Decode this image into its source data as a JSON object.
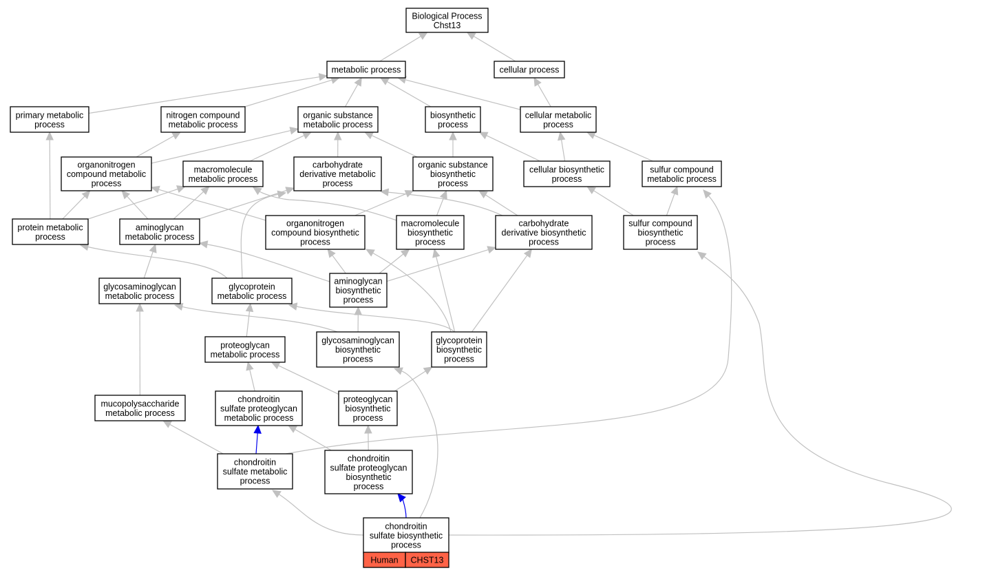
{
  "colors": {
    "edge_default": "#c0c0c0",
    "edge_highlight": "#0000ee",
    "annotation_fill": "#ff6347",
    "node_border": "#000000"
  },
  "nodes": {
    "root": [
      "Biological Process",
      "Chst13"
    ],
    "metabolic": [
      "metabolic process"
    ],
    "cellular": [
      "cellular process"
    ],
    "primary_metabolic": [
      "primary metabolic",
      "process"
    ],
    "nitrogen_compound": [
      "nitrogen compound",
      "metabolic process"
    ],
    "organic_substance_metabolic": [
      "organic substance",
      "metabolic process"
    ],
    "biosynthetic": [
      "biosynthetic",
      "process"
    ],
    "cellular_metabolic": [
      "cellular metabolic",
      "process"
    ],
    "organonitrogen_metabolic": [
      "organonitrogen",
      "compound metabolic",
      "process"
    ],
    "macromolecule_metabolic": [
      "macromolecule",
      "metabolic process"
    ],
    "carbohydrate_derivative_metabolic": [
      "carbohydrate",
      "derivative metabolic",
      "process"
    ],
    "organic_substance_biosynthetic": [
      "organic substance",
      "biosynthetic",
      "process"
    ],
    "cellular_biosynthetic": [
      "cellular biosynthetic",
      "process"
    ],
    "sulfur_compound_metabolic": [
      "sulfur compound",
      "metabolic process"
    ],
    "protein_metabolic": [
      "protein metabolic",
      "process"
    ],
    "aminoglycan_metabolic": [
      "aminoglycan",
      "metabolic process"
    ],
    "organonitrogen_biosynthetic": [
      "organonitrogen",
      "compound biosynthetic",
      "process"
    ],
    "macromolecule_biosynthetic": [
      "macromolecule",
      "biosynthetic",
      "process"
    ],
    "carbohydrate_derivative_biosynthetic": [
      "carbohydrate",
      "derivative biosynthetic",
      "process"
    ],
    "sulfur_compound_biosynthetic": [
      "sulfur compound",
      "biosynthetic",
      "process"
    ],
    "glycosaminoglycan_metabolic": [
      "glycosaminoglycan",
      "metabolic process"
    ],
    "glycoprotein_metabolic": [
      "glycoprotein",
      "metabolic process"
    ],
    "aminoglycan_biosynthetic": [
      "aminoglycan",
      "biosynthetic",
      "process"
    ],
    "proteoglycan_metabolic": [
      "proteoglycan",
      "metabolic process"
    ],
    "glycosaminoglycan_biosynthetic": [
      "glycosaminoglycan",
      "biosynthetic",
      "process"
    ],
    "glycoprotein_biosynthetic": [
      "glycoprotein",
      "biosynthetic",
      "process"
    ],
    "mucopolysaccharide_metabolic": [
      "mucopolysaccharide",
      "metabolic process"
    ],
    "chondroitin_sulfate_proteoglycan_metabolic": [
      "chondroitin",
      "sulfate proteoglycan",
      "metabolic process"
    ],
    "proteoglycan_biosynthetic": [
      "proteoglycan",
      "biosynthetic",
      "process"
    ],
    "chondroitin_sulfate_metabolic": [
      "chondroitin",
      "sulfate metabolic",
      "process"
    ],
    "chondroitin_sulfate_proteoglycan_biosynthetic": [
      "chondroitin",
      "sulfate proteoglycan",
      "biosynthetic",
      "process"
    ],
    "chondroitin_sulfate_biosynthetic": [
      "chondroitin",
      "sulfate biosynthetic",
      "process"
    ]
  },
  "annotation": {
    "species": "Human",
    "gene": "CHST13"
  },
  "edges": [
    {
      "from": "metabolic",
      "to": "root"
    },
    {
      "from": "cellular",
      "to": "root"
    },
    {
      "from": "primary_metabolic",
      "to": "metabolic"
    },
    {
      "from": "nitrogen_compound",
      "to": "metabolic"
    },
    {
      "from": "organic_substance_metabolic",
      "to": "metabolic"
    },
    {
      "from": "biosynthetic",
      "to": "metabolic"
    },
    {
      "from": "cellular_metabolic",
      "to": "metabolic"
    },
    {
      "from": "cellular_metabolic",
      "to": "cellular"
    },
    {
      "from": "organonitrogen_metabolic",
      "to": "nitrogen_compound"
    },
    {
      "from": "organonitrogen_metabolic",
      "to": "organic_substance_metabolic"
    },
    {
      "from": "macromolecule_metabolic",
      "to": "organic_substance_metabolic"
    },
    {
      "from": "carbohydrate_derivative_metabolic",
      "to": "organic_substance_metabolic"
    },
    {
      "from": "organic_substance_biosynthetic",
      "to": "organic_substance_metabolic"
    },
    {
      "from": "organic_substance_biosynthetic",
      "to": "biosynthetic"
    },
    {
      "from": "cellular_biosynthetic",
      "to": "biosynthetic"
    },
    {
      "from": "cellular_biosynthetic",
      "to": "cellular_metabolic"
    },
    {
      "from": "sulfur_compound_metabolic",
      "to": "cellular_metabolic"
    },
    {
      "from": "protein_metabolic",
      "to": "primary_metabolic"
    },
    {
      "from": "protein_metabolic",
      "to": "organonitrogen_metabolic"
    },
    {
      "from": "protein_metabolic",
      "to": "macromolecule_metabolic"
    },
    {
      "from": "aminoglycan_metabolic",
      "to": "organonitrogen_metabolic"
    },
    {
      "from": "aminoglycan_metabolic",
      "to": "macromolecule_metabolic"
    },
    {
      "from": "aminoglycan_metabolic",
      "to": "carbohydrate_derivative_metabolic"
    },
    {
      "from": "organonitrogen_biosynthetic",
      "to": "organonitrogen_metabolic"
    },
    {
      "from": "organonitrogen_biosynthetic",
      "to": "organic_substance_biosynthetic"
    },
    {
      "from": "macromolecule_biosynthetic",
      "to": "macromolecule_metabolic"
    },
    {
      "from": "macromolecule_biosynthetic",
      "to": "organic_substance_biosynthetic"
    },
    {
      "from": "carbohydrate_derivative_biosynthetic",
      "to": "carbohydrate_derivative_metabolic"
    },
    {
      "from": "carbohydrate_derivative_biosynthetic",
      "to": "organic_substance_biosynthetic"
    },
    {
      "from": "sulfur_compound_biosynthetic",
      "to": "cellular_biosynthetic"
    },
    {
      "from": "sulfur_compound_biosynthetic",
      "to": "sulfur_compound_metabolic"
    },
    {
      "from": "glycosaminoglycan_metabolic",
      "to": "aminoglycan_metabolic"
    },
    {
      "from": "glycoprotein_metabolic",
      "to": "protein_metabolic"
    },
    {
      "from": "glycoprotein_metabolic",
      "to": "carbohydrate_derivative_metabolic"
    },
    {
      "from": "aminoglycan_biosynthetic",
      "to": "aminoglycan_metabolic"
    },
    {
      "from": "aminoglycan_biosynthetic",
      "to": "organonitrogen_biosynthetic"
    },
    {
      "from": "aminoglycan_biosynthetic",
      "to": "macromolecule_biosynthetic"
    },
    {
      "from": "aminoglycan_biosynthetic",
      "to": "carbohydrate_derivative_biosynthetic"
    },
    {
      "from": "glycosaminoglycan_biosynthetic",
      "to": "glycosaminoglycan_metabolic"
    },
    {
      "from": "glycosaminoglycan_biosynthetic",
      "to": "aminoglycan_biosynthetic"
    },
    {
      "from": "glycoprotein_biosynthetic",
      "to": "glycoprotein_metabolic"
    },
    {
      "from": "glycoprotein_biosynthetic",
      "to": "organonitrogen_biosynthetic"
    },
    {
      "from": "glycoprotein_biosynthetic",
      "to": "macromolecule_biosynthetic"
    },
    {
      "from": "glycoprotein_biosynthetic",
      "to": "carbohydrate_derivative_biosynthetic"
    },
    {
      "from": "proteoglycan_metabolic",
      "to": "glycoprotein_metabolic"
    },
    {
      "from": "mucopolysaccharide_metabolic",
      "to": "glycosaminoglycan_metabolic"
    },
    {
      "from": "chondroitin_sulfate_proteoglycan_metabolic",
      "to": "proteoglycan_metabolic"
    },
    {
      "from": "proteoglycan_biosynthetic",
      "to": "proteoglycan_metabolic"
    },
    {
      "from": "proteoglycan_biosynthetic",
      "to": "glycoprotein_biosynthetic"
    },
    {
      "from": "chondroitin_sulfate_metabolic",
      "to": "mucopolysaccharide_metabolic"
    },
    {
      "from": "chondroitin_sulfate_metabolic",
      "to": "chondroitin_sulfate_proteoglycan_metabolic",
      "highlight": true
    },
    {
      "from": "chondroitin_sulfate_metabolic",
      "to": "sulfur_compound_metabolic"
    },
    {
      "from": "chondroitin_sulfate_proteoglycan_biosynthetic",
      "to": "chondroitin_sulfate_proteoglycan_metabolic"
    },
    {
      "from": "chondroitin_sulfate_proteoglycan_biosynthetic",
      "to": "proteoglycan_biosynthetic"
    },
    {
      "from": "chondroitin_sulfate_biosynthetic",
      "to": "chondroitin_sulfate_metabolic"
    },
    {
      "from": "chondroitin_sulfate_biosynthetic",
      "to": "chondroitin_sulfate_proteoglycan_biosynthetic",
      "highlight": true
    },
    {
      "from": "chondroitin_sulfate_biosynthetic",
      "to": "glycosaminoglycan_biosynthetic"
    },
    {
      "from": "chondroitin_sulfate_biosynthetic",
      "to": "sulfur_compound_biosynthetic"
    }
  ]
}
